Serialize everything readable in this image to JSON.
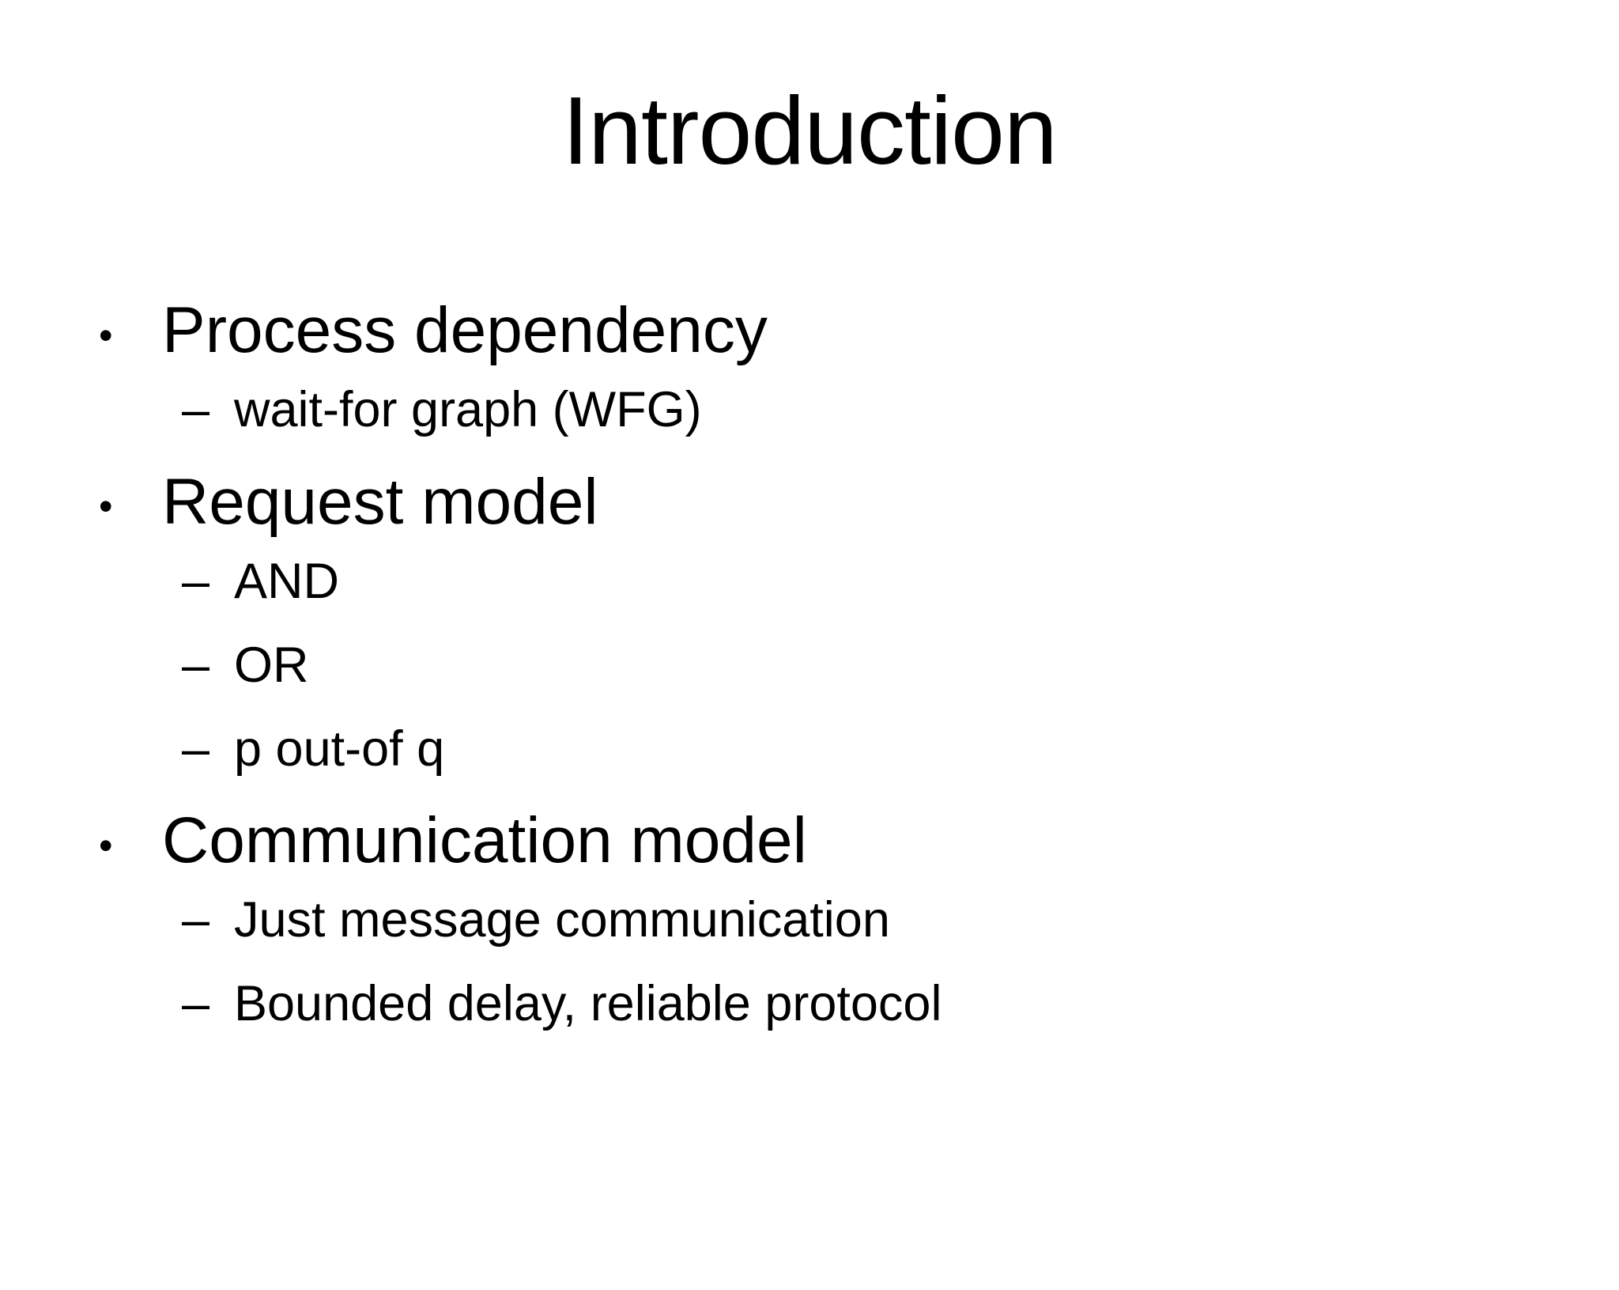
{
  "slide": {
    "title": "Introduction",
    "markers": {
      "bullet": "•",
      "dash": "–"
    },
    "bullets": [
      {
        "label": "Process dependency",
        "subs": [
          "wait-for graph (WFG)"
        ]
      },
      {
        "label": "Request model",
        "subs": [
          "AND",
          "OR",
          "p out-of q"
        ]
      },
      {
        "label": "Communication model",
        "subs": [
          "Just message communication",
          "Bounded delay, reliable protocol"
        ]
      }
    ]
  }
}
